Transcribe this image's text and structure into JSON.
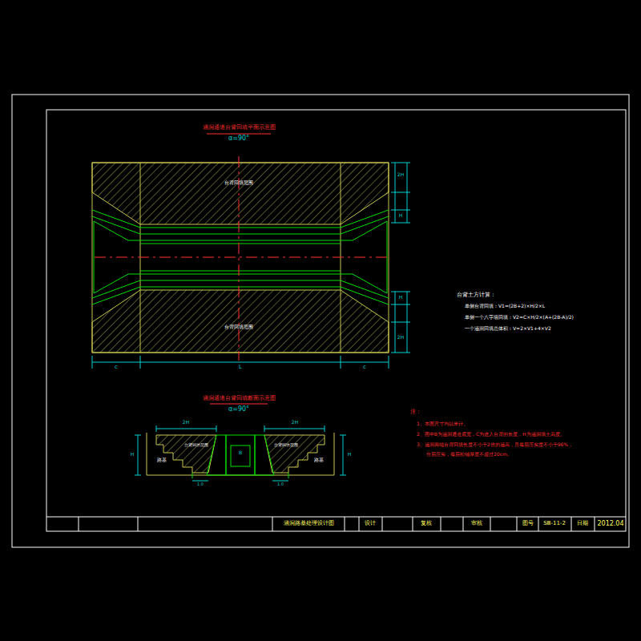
{
  "diagram": {
    "title": "涵洞路基处理设计图",
    "labels": [
      "涵洞通道台背回填平面示意图",
      "α=90°",
      "台背回填范围",
      "台背回填范围",
      "2H",
      "H",
      "2H",
      "H",
      "c",
      "L",
      "c",
      "台背土方计算：",
      "单侧台背回填：V1=(2B+2)×H/2×L",
      "单侧一个八字墙回填：V2=C×H/2×(A+(2B-A)/2)",
      "一个涵洞回填总体积：V=2×V1+4×V2",
      "涵洞通道台背回填断面示意图",
      "α=90°",
      "2H",
      "2H",
      "台背回填范围",
      "台背回填范围",
      "路基",
      "路基",
      "H",
      "H",
      "B",
      "1.0",
      "1.0",
      "注：",
      "1、本图尺寸均以米计。",
      "2、图中B为涵洞通道底宽，C为进入台背的长度，H为涵洞填土高度。",
      "3、涵洞两端台背回填长度不小于2倍的涵高，且每层压实度不小于96%，",
      "分层压实，每层松铺厚度不超过20cm。",
      "设计",
      "复核",
      "审核",
      "图号",
      "SⅢ-11-2",
      "日期",
      "2012.04"
    ]
  }
}
